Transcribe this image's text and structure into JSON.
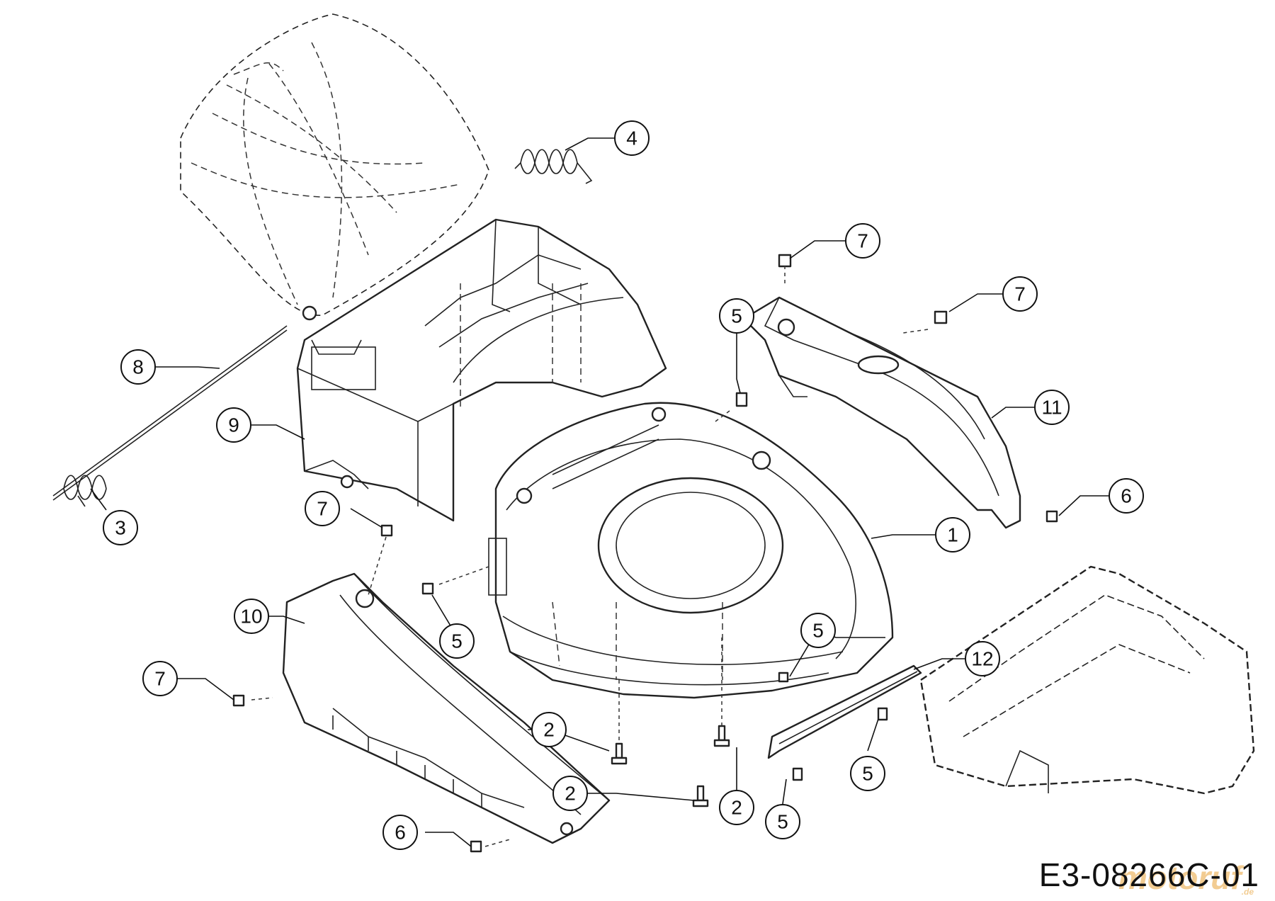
{
  "drawing_number": "E3-08266C-01",
  "watermark": {
    "text": "motoruf",
    "suffix": ".de"
  },
  "callouts": [
    "1",
    "2",
    "2",
    "2",
    "3",
    "4",
    "5",
    "5",
    "5",
    "5",
    "5",
    "6",
    "6",
    "7",
    "7",
    "7",
    "7",
    "8",
    "9",
    "10",
    "11",
    "12"
  ]
}
